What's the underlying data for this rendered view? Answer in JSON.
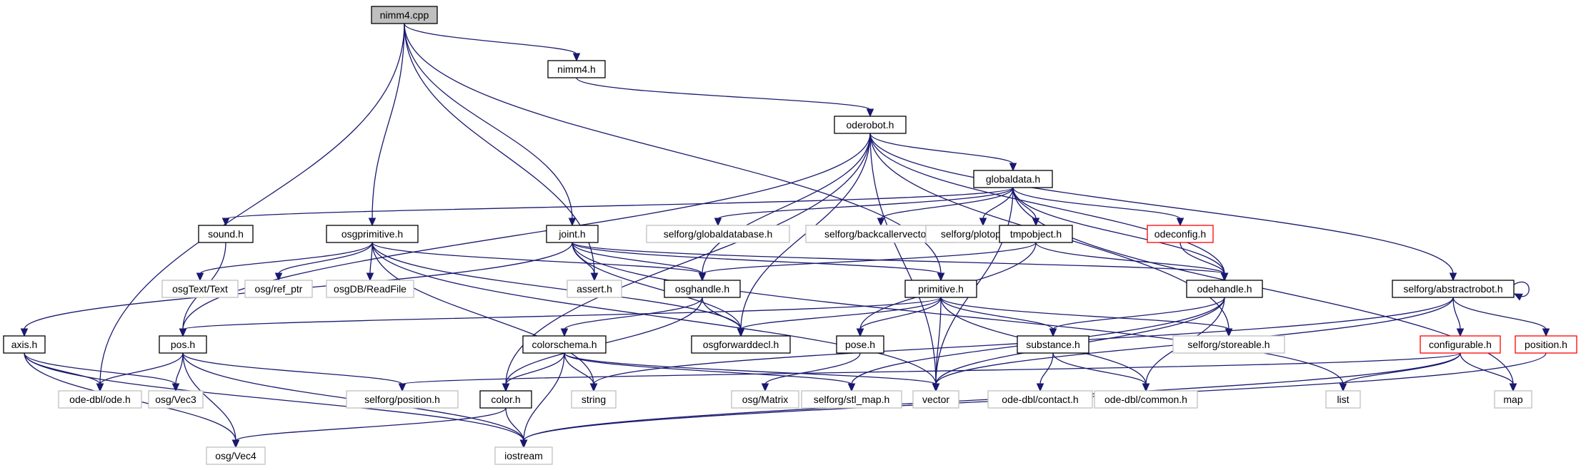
{
  "graph": {
    "nodes": [
      {
        "id": "nimm4_cpp",
        "label": "nimm4.cpp",
        "style": "root"
      },
      {
        "id": "nimm4_h",
        "label": "nimm4.h",
        "style": "normal"
      },
      {
        "id": "oderobot_h",
        "label": "oderobot.h",
        "style": "normal"
      },
      {
        "id": "globaldata_h",
        "label": "globaldata.h",
        "style": "normal"
      },
      {
        "id": "sound_h",
        "label": "sound.h",
        "style": "normal"
      },
      {
        "id": "osgprimitive_h",
        "label": "osgprimitive.h",
        "style": "normal"
      },
      {
        "id": "joint_h",
        "label": "joint.h",
        "style": "normal"
      },
      {
        "id": "sf_globaldatabase",
        "label": "selforg/globaldatabase.h",
        "style": "external"
      },
      {
        "id": "sf_backcaller",
        "label": "selforg/backcallervector.h",
        "style": "external"
      },
      {
        "id": "sf_plotoption",
        "label": "selforg/plotoption.h",
        "style": "external"
      },
      {
        "id": "tmpobject_h",
        "label": "tmpobject.h",
        "style": "normal"
      },
      {
        "id": "odeconfig_h",
        "label": "odeconfig.h",
        "style": "incomplete"
      },
      {
        "id": "osgtext",
        "label": "osgText/Text",
        "style": "external"
      },
      {
        "id": "osgrefptr",
        "label": "osg/ref_ptr",
        "style": "external"
      },
      {
        "id": "osgdbreadfile",
        "label": "osgDB/ReadFile",
        "style": "external"
      },
      {
        "id": "assert_h",
        "label": "assert.h",
        "style": "external"
      },
      {
        "id": "osghandle_h",
        "label": "osghandle.h",
        "style": "normal"
      },
      {
        "id": "primitive_h",
        "label": "primitive.h",
        "style": "normal"
      },
      {
        "id": "odehandle_h",
        "label": "odehandle.h",
        "style": "normal"
      },
      {
        "id": "sf_abstractrobot",
        "label": "selforg/abstractrobot.h",
        "style": "normal"
      },
      {
        "id": "axis_h",
        "label": "axis.h",
        "style": "normal"
      },
      {
        "id": "pos_h",
        "label": "pos.h",
        "style": "normal"
      },
      {
        "id": "colorschema_h",
        "label": "colorschema.h",
        "style": "normal"
      },
      {
        "id": "osgforwarddecl_h",
        "label": "osgforwarddecl.h",
        "style": "normal"
      },
      {
        "id": "pose_h",
        "label": "pose.h",
        "style": "normal"
      },
      {
        "id": "substance_h",
        "label": "substance.h",
        "style": "normal"
      },
      {
        "id": "sf_storeable",
        "label": "selforg/storeable.h",
        "style": "external"
      },
      {
        "id": "configurable_h",
        "label": "configurable.h",
        "style": "incomplete"
      },
      {
        "id": "position_h",
        "label": "position.h",
        "style": "incomplete"
      },
      {
        "id": "odedbl_ode",
        "label": "ode-dbl/ode.h",
        "style": "external"
      },
      {
        "id": "osgvec3",
        "label": "osg/Vec3",
        "style": "external"
      },
      {
        "id": "sf_position",
        "label": "selforg/position.h",
        "style": "external"
      },
      {
        "id": "string",
        "label": "string",
        "style": "external"
      },
      {
        "id": "color_h",
        "label": "color.h",
        "style": "normal"
      },
      {
        "id": "osgmatrix",
        "label": "osg/Matrix",
        "style": "external"
      },
      {
        "id": "sf_stlmap",
        "label": "selforg/stl_map.h",
        "style": "external"
      },
      {
        "id": "vector",
        "label": "vector",
        "style": "external"
      },
      {
        "id": "odedbl_contact",
        "label": "ode-dbl/contact.h",
        "style": "external"
      },
      {
        "id": "odedbl_common",
        "label": "ode-dbl/common.h",
        "style": "external"
      },
      {
        "id": "list",
        "label": "list",
        "style": "external"
      },
      {
        "id": "map",
        "label": "map",
        "style": "external"
      },
      {
        "id": "osgvec4",
        "label": "osg/Vec4",
        "style": "external"
      },
      {
        "id": "iostream",
        "label": "iostream",
        "style": "external"
      }
    ],
    "edges": [
      [
        "nimm4_cpp",
        "nimm4_h"
      ],
      [
        "nimm4_cpp",
        "odedbl_ode"
      ],
      [
        "nimm4_cpp",
        "osgprimitive_h"
      ],
      [
        "nimm4_cpp",
        "assert_h"
      ],
      [
        "nimm4_cpp",
        "joint_h"
      ],
      [
        "nimm4_cpp",
        "primitive_h"
      ],
      [
        "nimm4_h",
        "oderobot_h"
      ],
      [
        "oderobot_h",
        "globaldata_h"
      ],
      [
        "oderobot_h",
        "sf_abstractrobot"
      ],
      [
        "oderobot_h",
        "pos_h"
      ],
      [
        "oderobot_h",
        "osghandle_h"
      ],
      [
        "oderobot_h",
        "osgforwarddecl_h"
      ],
      [
        "oderobot_h",
        "color_h"
      ],
      [
        "oderobot_h",
        "odehandle_h"
      ],
      [
        "oderobot_h",
        "vector"
      ],
      [
        "oderobot_h",
        "sf_storeable"
      ],
      [
        "globaldata_h",
        "sound_h"
      ],
      [
        "globaldata_h",
        "sf_globaldatabase"
      ],
      [
        "globaldata_h",
        "sf_backcaller"
      ],
      [
        "globaldata_h",
        "sf_plotoption"
      ],
      [
        "globaldata_h",
        "tmpobject_h"
      ],
      [
        "globaldata_h",
        "odeconfig_h"
      ],
      [
        "globaldata_h",
        "odehandle_h"
      ],
      [
        "globaldata_h",
        "map"
      ],
      [
        "globaldata_h",
        "vector"
      ],
      [
        "sound_h",
        "pos_h"
      ],
      [
        "osgprimitive_h",
        "osgtext"
      ],
      [
        "osgprimitive_h",
        "osgrefptr"
      ],
      [
        "osgprimitive_h",
        "osgdbreadfile"
      ],
      [
        "osgprimitive_h",
        "osghandle_h"
      ],
      [
        "osgprimitive_h",
        "osgforwarddecl_h"
      ],
      [
        "osgprimitive_h",
        "string"
      ],
      [
        "osgprimitive_h",
        "vector"
      ],
      [
        "joint_h",
        "assert_h"
      ],
      [
        "joint_h",
        "osghandle_h"
      ],
      [
        "joint_h",
        "osgforwarddecl_h"
      ],
      [
        "joint_h",
        "primitive_h"
      ],
      [
        "joint_h",
        "odehandle_h"
      ],
      [
        "joint_h",
        "axis_h"
      ],
      [
        "joint_h",
        "list"
      ],
      [
        "tmpobject_h",
        "osghandle_h"
      ],
      [
        "tmpobject_h",
        "odehandle_h"
      ],
      [
        "tmpobject_h",
        "pose_h"
      ],
      [
        "odeconfig_h",
        "odehandle_h"
      ],
      [
        "osghandle_h",
        "osgforwarddecl_h"
      ],
      [
        "osghandle_h",
        "colorschema_h"
      ],
      [
        "osghandle_h",
        "color_h"
      ],
      [
        "primitive_h",
        "pos_h"
      ],
      [
        "primitive_h",
        "osgforwarddecl_h"
      ],
      [
        "primitive_h",
        "pose_h"
      ],
      [
        "primitive_h",
        "substance_h"
      ],
      [
        "primitive_h",
        "sf_storeable"
      ],
      [
        "primitive_h",
        "vector"
      ],
      [
        "primitive_h",
        "odedbl_common"
      ],
      [
        "odehandle_h",
        "substance_h"
      ],
      [
        "odehandle_h",
        "sf_stlmap"
      ],
      [
        "odehandle_h",
        "vector"
      ],
      [
        "odehandle_h",
        "odedbl_common"
      ],
      [
        "sf_abstractrobot",
        "sf_abstractrobot"
      ],
      [
        "sf_abstractrobot",
        "configurable_h"
      ],
      [
        "sf_abstractrobot",
        "position_h"
      ],
      [
        "sf_abstractrobot",
        "string"
      ],
      [
        "sf_abstractrobot",
        "vector"
      ],
      [
        "axis_h",
        "odedbl_ode"
      ],
      [
        "axis_h",
        "osgvec3"
      ],
      [
        "axis_h",
        "osgvec4"
      ],
      [
        "axis_h",
        "iostream"
      ],
      [
        "pos_h",
        "odedbl_ode"
      ],
      [
        "pos_h",
        "osgvec3"
      ],
      [
        "pos_h",
        "sf_position"
      ],
      [
        "pos_h",
        "osgvec4"
      ],
      [
        "pos_h",
        "iostream"
      ],
      [
        "colorschema_h",
        "color_h"
      ],
      [
        "colorschema_h",
        "string"
      ],
      [
        "colorschema_h",
        "sf_stlmap"
      ],
      [
        "colorschema_h",
        "vector"
      ],
      [
        "colorschema_h",
        "iostream"
      ],
      [
        "pose_h",
        "osgmatrix"
      ],
      [
        "substance_h",
        "odedbl_contact"
      ],
      [
        "substance_h",
        "odedbl_common"
      ],
      [
        "configurable_h",
        "sf_position"
      ],
      [
        "configurable_h",
        "list"
      ],
      [
        "configurable_h",
        "map"
      ],
      [
        "configurable_h",
        "iostream"
      ],
      [
        "position_h",
        "iostream"
      ],
      [
        "color_h",
        "osgvec4"
      ],
      [
        "color_h",
        "iostream"
      ]
    ]
  }
}
